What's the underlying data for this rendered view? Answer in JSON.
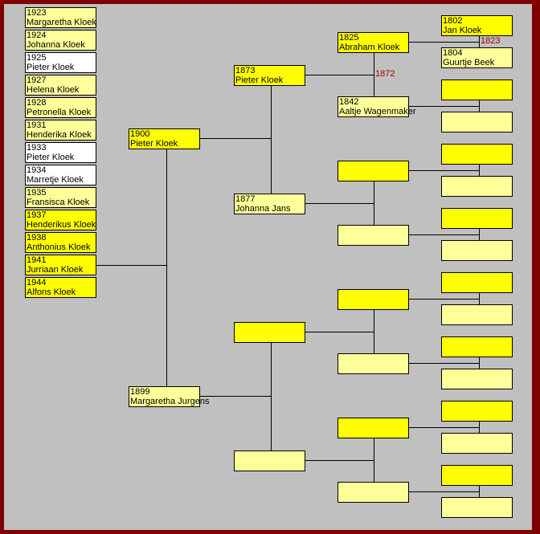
{
  "colors": {
    "male": "#ffff00",
    "female": "#ffff99",
    "unknown": "#ffffff",
    "frame": "#800000",
    "background": "#c0c0c0",
    "marriage_year": "#a00000"
  },
  "children": [
    {
      "year": "1923",
      "name": "Margaretha Kloek",
      "kind": "female"
    },
    {
      "year": "1924",
      "name": "Johanna Kloek",
      "kind": "female"
    },
    {
      "year": "1925",
      "name": "Pieter Kloek",
      "kind": "unknown"
    },
    {
      "year": "1927",
      "name": "Helena Kloek",
      "kind": "female"
    },
    {
      "year": "1928",
      "name": "Petronella Kloek",
      "kind": "female"
    },
    {
      "year": "1931",
      "name": "Henderika Kloek",
      "kind": "female"
    },
    {
      "year": "1933",
      "name": "Pieter Kloek",
      "kind": "unknown"
    },
    {
      "year": "1934",
      "name": "Marretje Kloek",
      "kind": "unknown"
    },
    {
      "year": "1935",
      "name": "Fransisca Kloek",
      "kind": "female"
    },
    {
      "year": "1937",
      "name": "Henderikus Kloek",
      "kind": "male"
    },
    {
      "year": "1938",
      "name": "Anthonius Kloek",
      "kind": "male"
    },
    {
      "year": "1941",
      "name": "Jurriaan Kloek",
      "kind": "male"
    },
    {
      "year": "1944",
      "name": "Alfons Kloek",
      "kind": "male"
    }
  ],
  "generations": [
    [
      {
        "year": "1900",
        "name": "Pieter Kloek"
      },
      {
        "year": "1899",
        "name": "Margaretha Jurgens"
      }
    ],
    [
      {
        "year": "1873",
        "name": "Pieter Kloek"
      },
      {
        "year": "1877",
        "name": "Johanna Jans"
      },
      {
        "year": "",
        "name": ""
      },
      {
        "year": "",
        "name": ""
      }
    ],
    [
      {
        "year": "1825",
        "name": "Abraham Kloek"
      },
      {
        "year": "1842",
        "name": "Aaltje Wagenmaker"
      },
      {
        "year": "",
        "name": ""
      },
      {
        "year": "",
        "name": ""
      },
      {
        "year": "",
        "name": ""
      },
      {
        "year": "",
        "name": ""
      },
      {
        "year": "",
        "name": ""
      },
      {
        "year": "",
        "name": ""
      }
    ],
    [
      {
        "year": "1802",
        "name": "Jan Kloek"
      },
      {
        "year": "1804",
        "name": "Guurtje Beek"
      },
      {
        "year": "",
        "name": ""
      },
      {
        "year": "",
        "name": ""
      },
      {
        "year": "",
        "name": ""
      },
      {
        "year": "",
        "name": ""
      },
      {
        "year": "",
        "name": ""
      },
      {
        "year": "",
        "name": ""
      },
      {
        "year": "",
        "name": ""
      },
      {
        "year": "",
        "name": ""
      },
      {
        "year": "",
        "name": ""
      },
      {
        "year": "",
        "name": ""
      },
      {
        "year": "",
        "name": ""
      },
      {
        "year": "",
        "name": ""
      },
      {
        "year": "",
        "name": ""
      },
      {
        "year": "",
        "name": ""
      }
    ]
  ],
  "marriages": [
    {
      "generation": 2,
      "pair": 0,
      "year": "1872"
    },
    {
      "generation": 3,
      "pair": 0,
      "year": "1823"
    }
  ]
}
